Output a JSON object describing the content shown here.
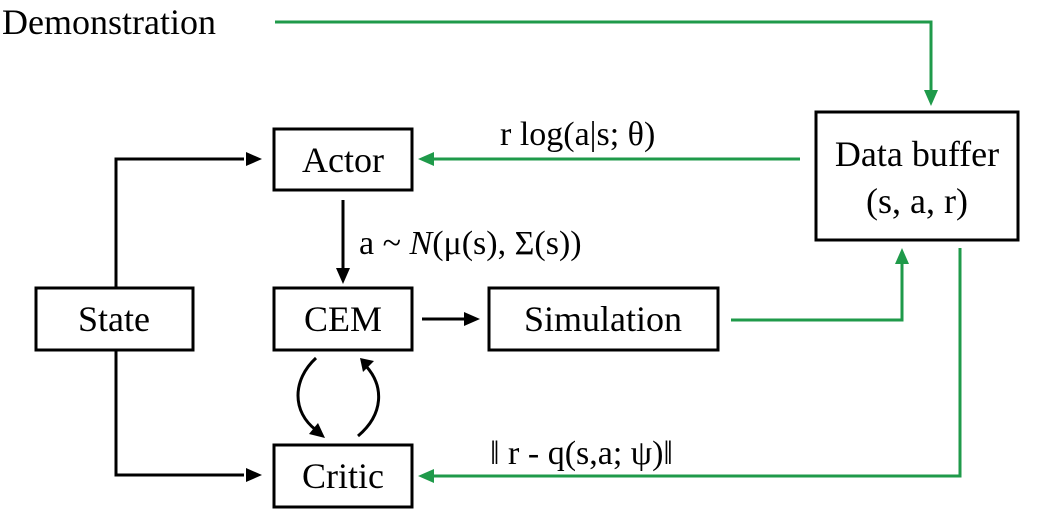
{
  "colors": {
    "accent_green": "#1f9a4a",
    "black": "#000000"
  },
  "nodes": {
    "demonstration": "Demonstration",
    "actor": "Actor",
    "cem": "CEM",
    "simulation": "Simulation",
    "state": "State",
    "critic": "Critic",
    "data_buffer_line1": "Data buffer",
    "data_buffer_line2": "(s, a, r)"
  },
  "edge_labels": {
    "policy_loss": "r log(a|s; θ)",
    "action_sample_prefix": "a ~ ",
    "action_sample_dist": "N",
    "action_sample_suffix": "(μ(s), Σ(s))",
    "critic_loss": "‖ r - q(s,a; ψ)‖"
  }
}
